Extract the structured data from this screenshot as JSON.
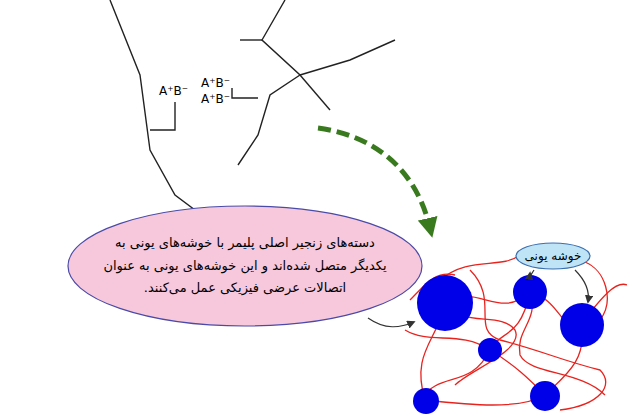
{
  "diagram": {
    "nodes": [
      {
        "text": [
          "دسته‌های زنجیر اصلی پلیمر با خوشه‌های یونی به یکدیگر متصل شده‌اند و این خوشه‌های یونی به عنوان اتصالات عرضی فیزیکی عمل می‌کنند."
        ]
      },
      {
        "text": [
          "خوشه یونی"
        ]
      }
    ],
    "labels": [
      "A⁺B⁻",
      "A⁺B⁻",
      "A⁺B⁻"
    ]
  }
}
